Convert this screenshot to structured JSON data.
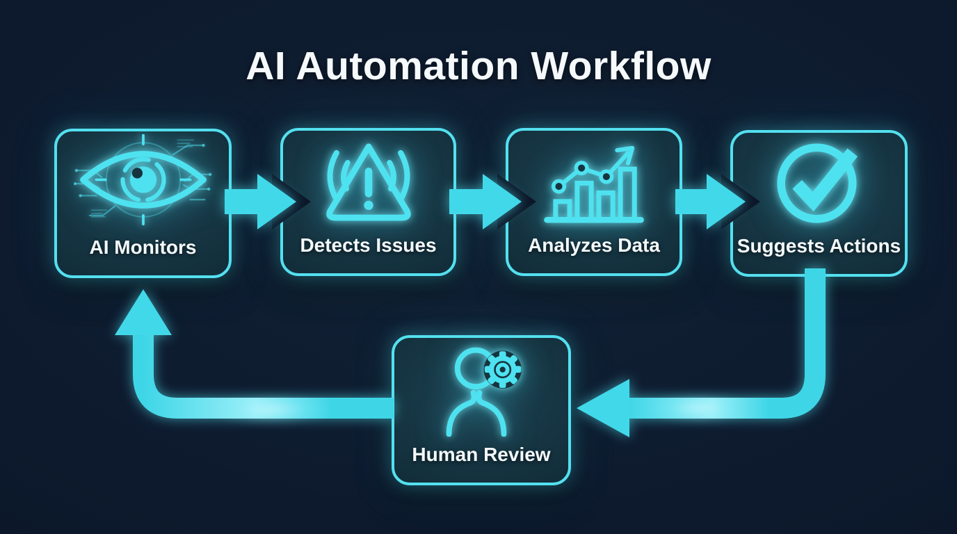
{
  "title": "AI Automation Workflow",
  "colors": {
    "background": "#0d1a2e",
    "accent_cyan": "#46dcec",
    "box_border": "#54e0ef",
    "box_fill": "#16343f",
    "label_text": "#f4f9fb"
  },
  "nodes": [
    {
      "id": "ai-monitors",
      "label": "AI Monitors",
      "icon": "eye-icon"
    },
    {
      "id": "detects-issues",
      "label": "Detects Issues",
      "icon": "alert-triangle-icon"
    },
    {
      "id": "analyzes-data",
      "label": "Analyzes Data",
      "icon": "bar-chart-trend-icon"
    },
    {
      "id": "suggests-actions",
      "label": "Suggests Actions",
      "icon": "check-circle-icon"
    },
    {
      "id": "human-review",
      "label": "Human Review",
      "icon": "person-gear-icon"
    }
  ],
  "edges": [
    {
      "from": "AI Monitors",
      "to": "Detects Issues"
    },
    {
      "from": "Detects Issues",
      "to": "Analyzes Data"
    },
    {
      "from": "Analyzes Data",
      "to": "Suggests Actions"
    },
    {
      "from": "Suggests Actions",
      "to": "Human Review"
    },
    {
      "from": "Human Review",
      "to": "AI Monitors"
    }
  ]
}
